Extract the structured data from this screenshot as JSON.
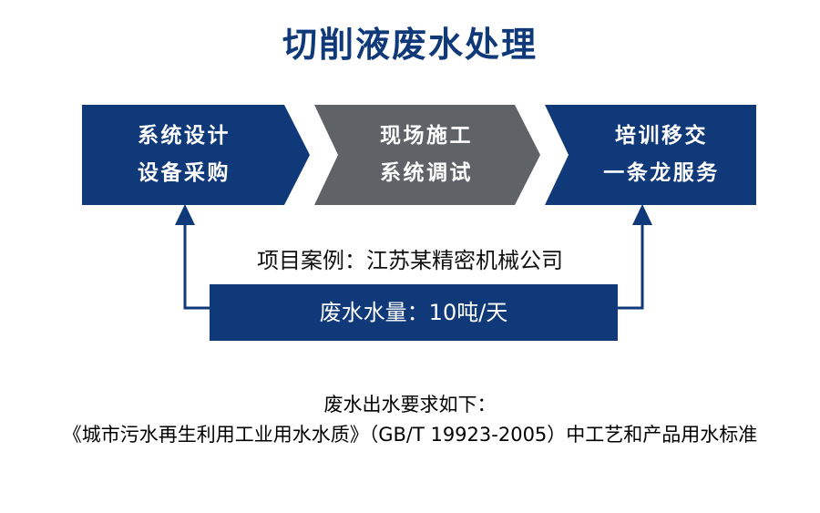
{
  "title": "切削液废水处理",
  "colors": {
    "navy": "#10397a",
    "gray": "#5f6368",
    "white": "#ffffff",
    "text": "#000000",
    "background": "#ffffff"
  },
  "process": {
    "steps": [
      {
        "id": "design-procurement",
        "line1": "系统设计",
        "line2": "设备采购",
        "color": "#10397a"
      },
      {
        "id": "construction-commissioning",
        "line1": "现场施工",
        "line2": "系统调试",
        "color": "#5f6368"
      },
      {
        "id": "training-handover",
        "line1": "培训移交",
        "line2": "一条龙服务",
        "color": "#10397a"
      }
    ]
  },
  "case": {
    "label": "项目案例：江苏某精密机械公司",
    "volume_banner": "废水水量：10吨/天"
  },
  "footer": {
    "line1": "废水出水要求如下：",
    "line2": "《城市污水再生利用工业用水水质》（GB/T 19923-2005）中工艺和产品用水标准"
  }
}
